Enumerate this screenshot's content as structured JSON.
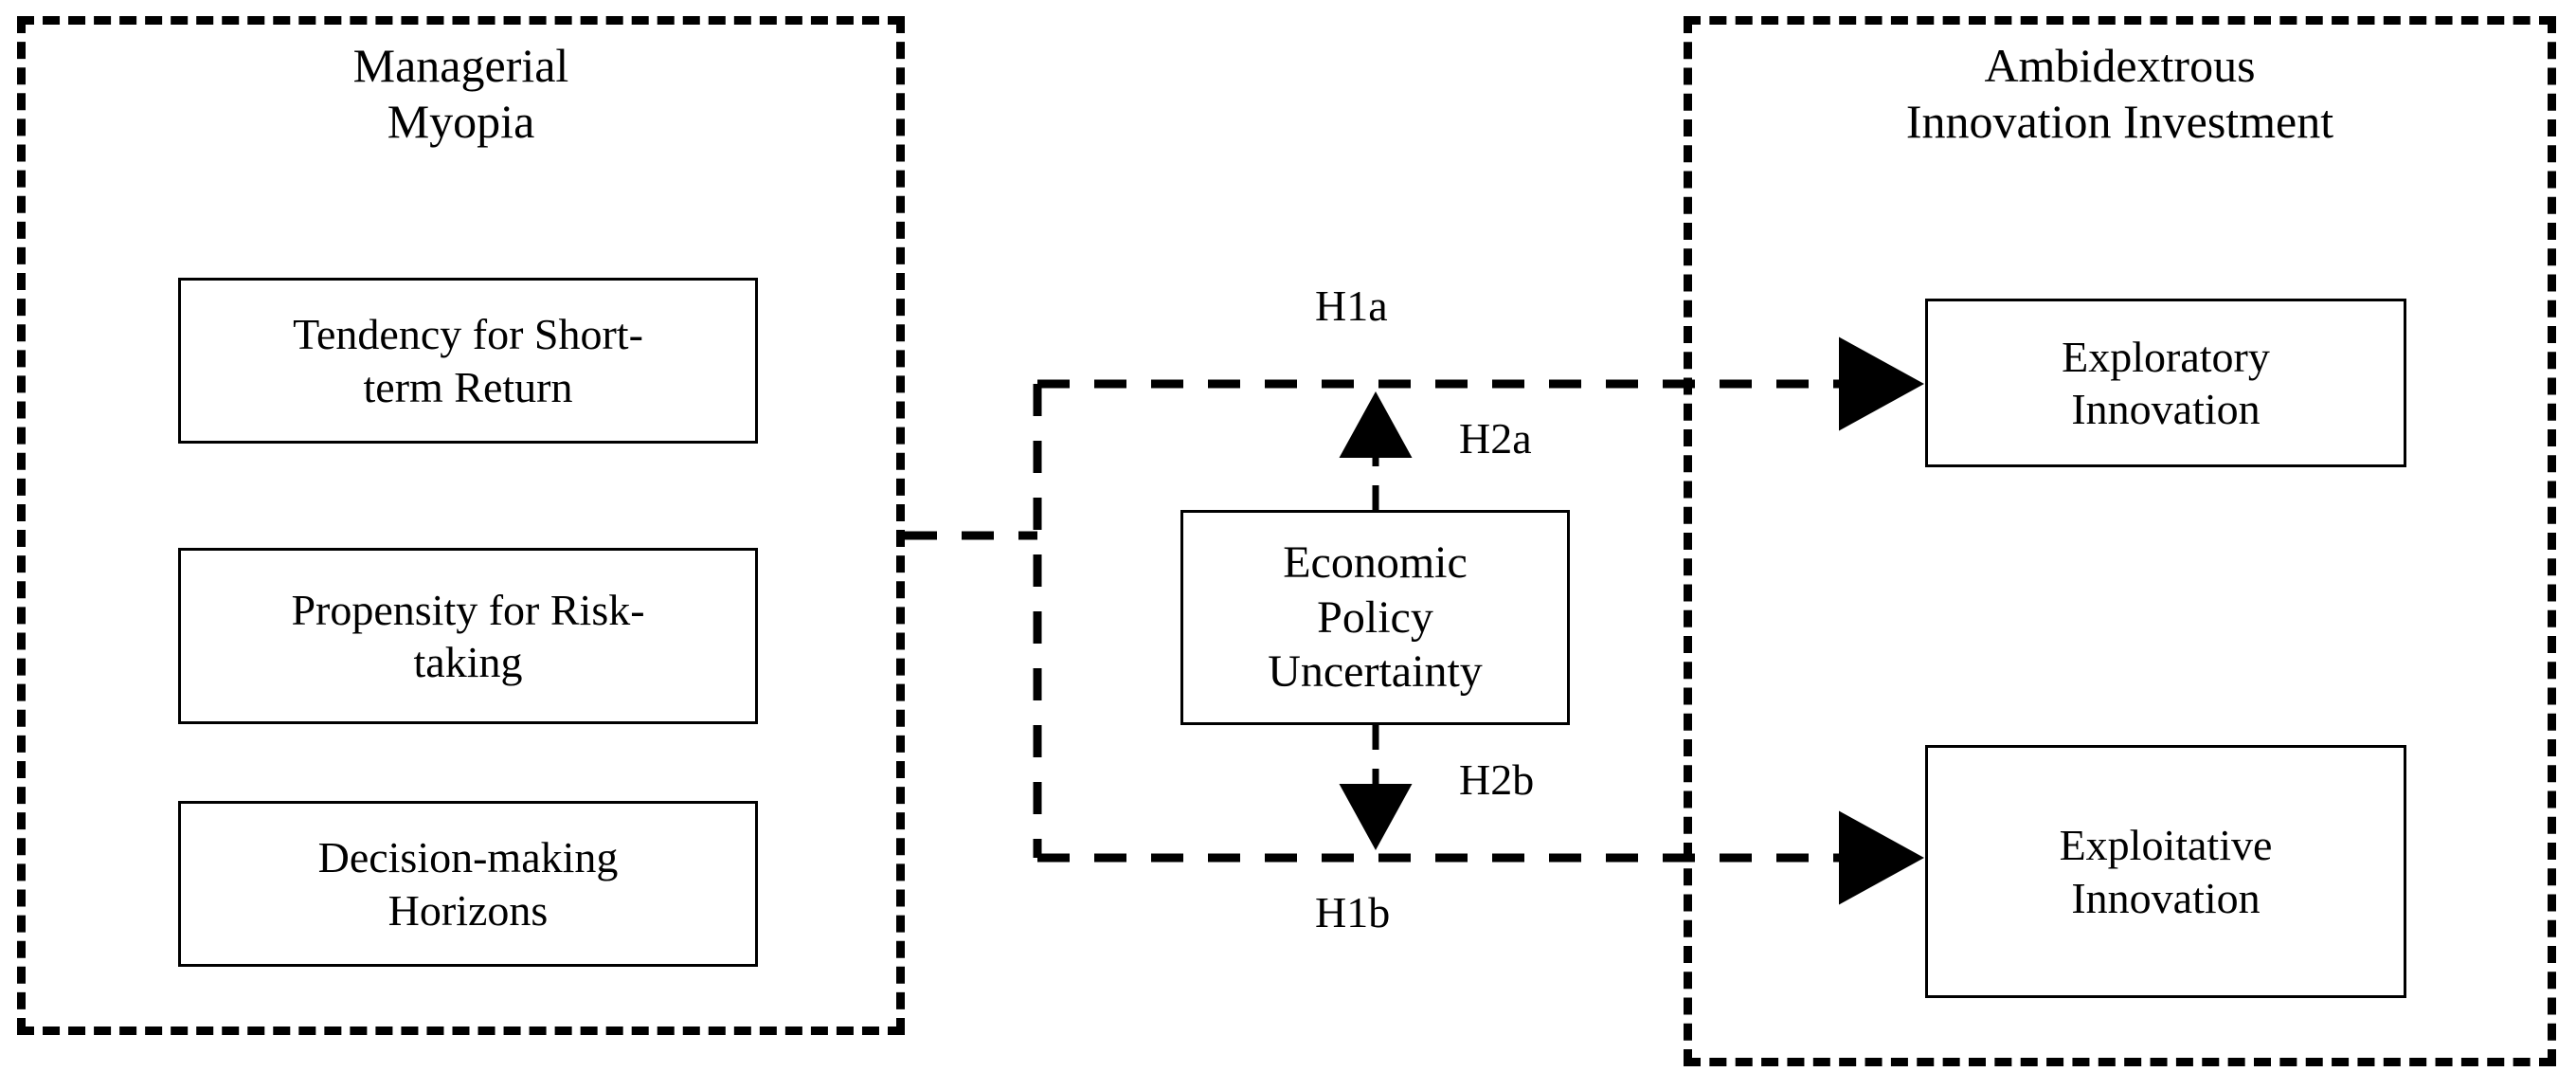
{
  "figure": {
    "type": "conceptual-research-model-diagram",
    "background": "#ffffff",
    "line_color": "#000000"
  },
  "panels": {
    "left": {
      "title": "Managerial\nMyopia",
      "style": "dashed",
      "items": [
        {
          "label": "Tendency for Short-\nterm Return"
        },
        {
          "label": "Propensity for Risk-\ntaking"
        },
        {
          "label": "Decision-making\nHorizons"
        }
      ]
    },
    "right": {
      "title": "Ambidextrous\nInnovation Investment",
      "style": "dashed",
      "items": [
        {
          "label": "Exploratory\nInnovation"
        },
        {
          "label": "Exploitative\nInnovation"
        }
      ]
    }
  },
  "moderator": {
    "label": "Economic\nPolicy\nUncertainty",
    "style": "solid-box"
  },
  "hypotheses": [
    {
      "id": "H1a",
      "label": "H1a",
      "from": "Managerial Myopia",
      "to": "Exploratory Innovation",
      "path": "upper-horizontal"
    },
    {
      "id": "H1b",
      "label": "H1b",
      "from": "Managerial Myopia",
      "to": "Exploitative Innovation",
      "path": "lower-horizontal"
    },
    {
      "id": "H2a",
      "label": "H2a",
      "from": "Economic Policy Uncertainty",
      "to": "H1a path",
      "path": "upward-moderation"
    },
    {
      "id": "H2b",
      "label": "H2b",
      "from": "Economic Policy Uncertainty",
      "to": "H1b path",
      "path": "downward-moderation"
    }
  ],
  "colors": {
    "stroke": "#000000",
    "fill": "#ffffff"
  }
}
